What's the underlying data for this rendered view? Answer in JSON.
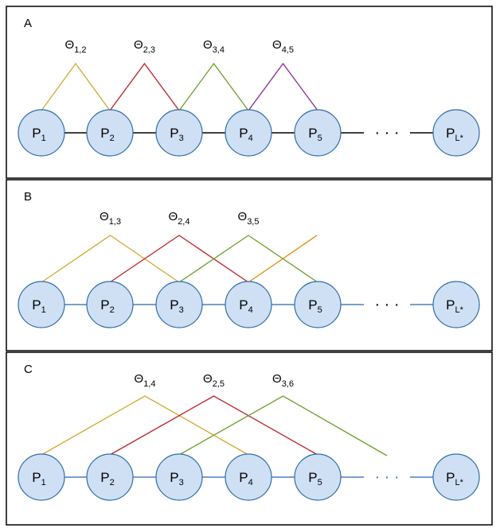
{
  "colors": {
    "yellow": "#d4a82f",
    "red": "#c0202a",
    "green": "#6a9f2a",
    "purple": "#8a2a9a",
    "orange": "#e08a00",
    "black": "#000000",
    "blue_link": "#4a7fbf",
    "node_fill": "#cfe0f5",
    "node_stroke": "#2e6da4"
  },
  "nodes": [
    {
      "base": "P",
      "sub": "1"
    },
    {
      "base": "P",
      "sub": "2"
    },
    {
      "base": "P",
      "sub": "3"
    },
    {
      "base": "P",
      "sub": "4"
    },
    {
      "base": "P",
      "sub": "5"
    }
  ],
  "last_node": {
    "base": "P",
    "sub": "L*"
  },
  "ellipsis": "· · ·",
  "panels": [
    {
      "label": "A",
      "link_color": "black",
      "ellipsis_color": "black",
      "thetas": [
        {
          "base": "Θ",
          "sub": "1,2",
          "from": 0,
          "to": 1,
          "color": "yellow"
        },
        {
          "base": "Θ",
          "sub": "2,3",
          "from": 1,
          "to": 2,
          "color": "red"
        },
        {
          "base": "Θ",
          "sub": "3,4",
          "from": 2,
          "to": 3,
          "color": "green"
        },
        {
          "base": "Θ",
          "sub": "4,5",
          "from": 3,
          "to": 4,
          "color": "purple"
        }
      ],
      "open_connectors": []
    },
    {
      "label": "B",
      "link_color": "blue_link",
      "ellipsis_color": "black",
      "thetas": [
        {
          "base": "Θ",
          "sub": "1,3",
          "from": 0,
          "to": 2,
          "color": "yellow"
        },
        {
          "base": "Θ",
          "sub": "2,4",
          "from": 1,
          "to": 3,
          "color": "red"
        },
        {
          "base": "Θ",
          "sub": "3,5",
          "from": 2,
          "to": 4,
          "color": "green"
        }
      ],
      "open_connectors": [
        {
          "from": 3,
          "color": "orange"
        }
      ]
    },
    {
      "label": "C",
      "link_color": "blue_link",
      "ellipsis_color": "blue_link",
      "thetas": [
        {
          "base": "Θ",
          "sub": "1,4",
          "from": 0,
          "to": 3,
          "color": "yellow"
        },
        {
          "base": "Θ",
          "sub": "2,5",
          "from": 1,
          "to": 4,
          "color": "red"
        },
        {
          "base": "Θ",
          "sub": "3,6",
          "from": 2,
          "to": 5,
          "color": "green"
        }
      ],
      "open_connectors": []
    }
  ]
}
